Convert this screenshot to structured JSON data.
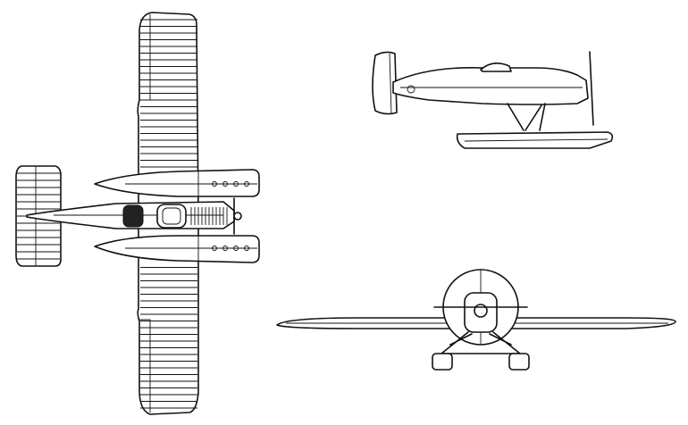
{
  "views": [
    "top-view",
    "side-view",
    "front-view"
  ],
  "colors": {
    "line": "#111111",
    "background": "#ffffff"
  }
}
